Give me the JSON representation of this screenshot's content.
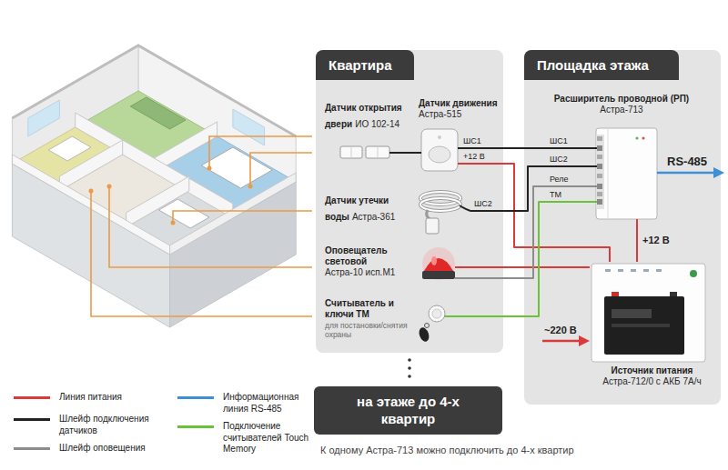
{
  "diagram": {
    "caption": "К одному Астра-713 можно подключить до 4-х квартир",
    "nodes": [
      {
        "text": [
          "Квартира"
        ]
      },
      {
        "text": [
          "Датчик открытия двери",
          "ИО 102-14"
        ],
        "in": 0
      },
      {
        "text": [
          "Датчик движения",
          "Астра-515"
        ],
        "in": 0
      },
      {
        "text": [
          "Датчик утечки воды",
          "Астра-361"
        ],
        "in": 0
      },
      {
        "text": [
          "Оповещатель световой",
          "Астра-10 исп.М1"
        ],
        "in": 0
      },
      {
        "text": [
          "Считыватель и ключи ТМ",
          "для постановки/снятия охраны"
        ],
        "in": 0
      },
      {
        "text": [
          "на этаже до 4-х квартир"
        ]
      },
      {
        "text": [
          "Площадка этажа"
        ]
      },
      {
        "text": [
          "Расширитель проводной (РП)",
          "Астра-713"
        ],
        "in": 7
      },
      {
        "text": [
          "Источник питания",
          "Астра-712/0 с АКБ 7А/ч"
        ],
        "in": 7
      }
    ],
    "edges": [
      {
        "from": 1,
        "to": 2,
        "arrow": "none"
      },
      {
        "from": 2,
        "to": 8,
        "label": "ШС1",
        "arrow": "none"
      },
      {
        "from": 2,
        "to": 9,
        "label": "+12 В",
        "arrow": "none"
      },
      {
        "from": 4,
        "to": 9,
        "arrow": "none"
      },
      {
        "from": 9,
        "to": 8,
        "label": "+12 В",
        "arrow": "none"
      },
      {
        "from": 3,
        "to": 8,
        "label": "ШС2",
        "arrow": "none"
      },
      {
        "from": 8,
        "to": 4,
        "arrow": "none"
      },
      {
        "from": 5,
        "to": 8,
        "arrow": "none"
      }
    ],
    "labels": [
      "ШС1",
      "ШС2",
      "Реле",
      "ТМ",
      "RS-485",
      "~220 В"
    ],
    "legend": [
      {
        "text": "Линия питания",
        "color": "#d93a3a"
      },
      {
        "text": "Шлейф подключения датчиков",
        "color": "#222222"
      },
      {
        "text": "Шлейф оповещения",
        "color": "#8c8c8c"
      },
      {
        "text": "Информационная линия RS-485",
        "color": "#3d8fd6"
      },
      {
        "text": "Подключение считывателей Touch Memory",
        "color": "#6ac13a"
      }
    ]
  }
}
